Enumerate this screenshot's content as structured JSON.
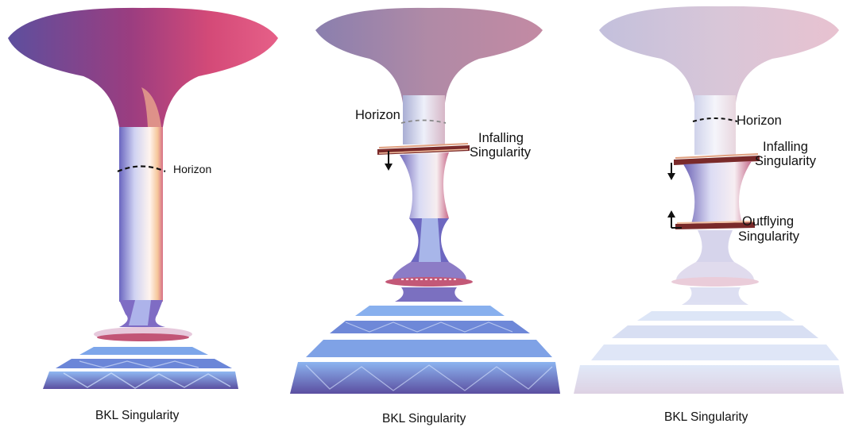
{
  "panels": [
    {
      "horizon": "Horizon",
      "caption": "BKL Singularity",
      "colors": {
        "funnel_left": "#6b5aa8",
        "funnel_mid": "#a43a7a",
        "funnel_right": "#e0507a",
        "glow": "#f3c1a0",
        "base": "#8fb7ee"
      }
    },
    {
      "horizon": "Horizon",
      "infalling_line1": "Infalling",
      "infalling_line2": "Singularity",
      "caption": "BKL Singularity",
      "colors": {
        "funnel_left": "#8e86ac",
        "funnel_right": "#c68aa6",
        "base": "#7aa5ea"
      }
    },
    {
      "horizon": "Horizon",
      "infalling_line1": "Infalling",
      "infalling_line2": "Singularity",
      "outflying_line1": "Outflying",
      "outflying_line2": "Singularity",
      "caption": "BKL Singularity",
      "colors": {
        "funnel_left": "#c6c3dc",
        "funnel_right": "#e6c3d0",
        "base": "#c8d6f0"
      }
    }
  ]
}
